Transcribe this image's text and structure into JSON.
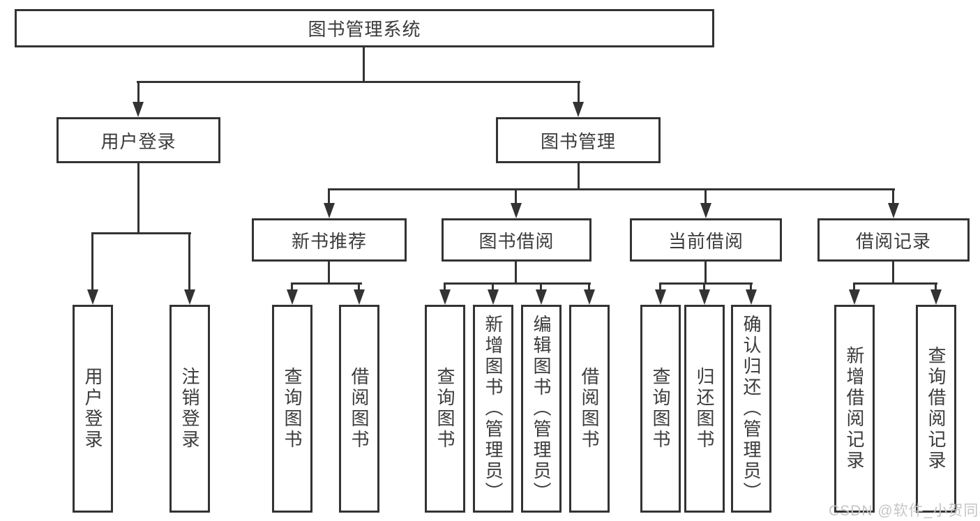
{
  "diagram": {
    "root": "图书管理系统",
    "login": {
      "label": "用户登录",
      "children": [
        "用户登录",
        "注销登录"
      ]
    },
    "management": {
      "label": "图书管理",
      "sections": {
        "recommend": {
          "label": "新书推荐",
          "children": [
            "查询图书",
            "借阅图书"
          ]
        },
        "borrow": {
          "label": "图书借阅",
          "children": [
            "查询图书",
            "新增图书（管理员）",
            "编辑图书（管理员）",
            "借阅图书"
          ]
        },
        "current": {
          "label": "当前借阅",
          "children": [
            "查询图书",
            "归还图书",
            "确认归还（管理员）"
          ]
        },
        "records": {
          "label": "借阅记录",
          "children": [
            "新增借阅记录",
            "查询借阅记录"
          ]
        }
      }
    }
  },
  "watermark": "CSDN @软件_小贺同学",
  "colors": {
    "line": "#333333",
    "text": "#3b3b3b",
    "background": "#ffffff",
    "watermark": "#c5c5c5"
  }
}
